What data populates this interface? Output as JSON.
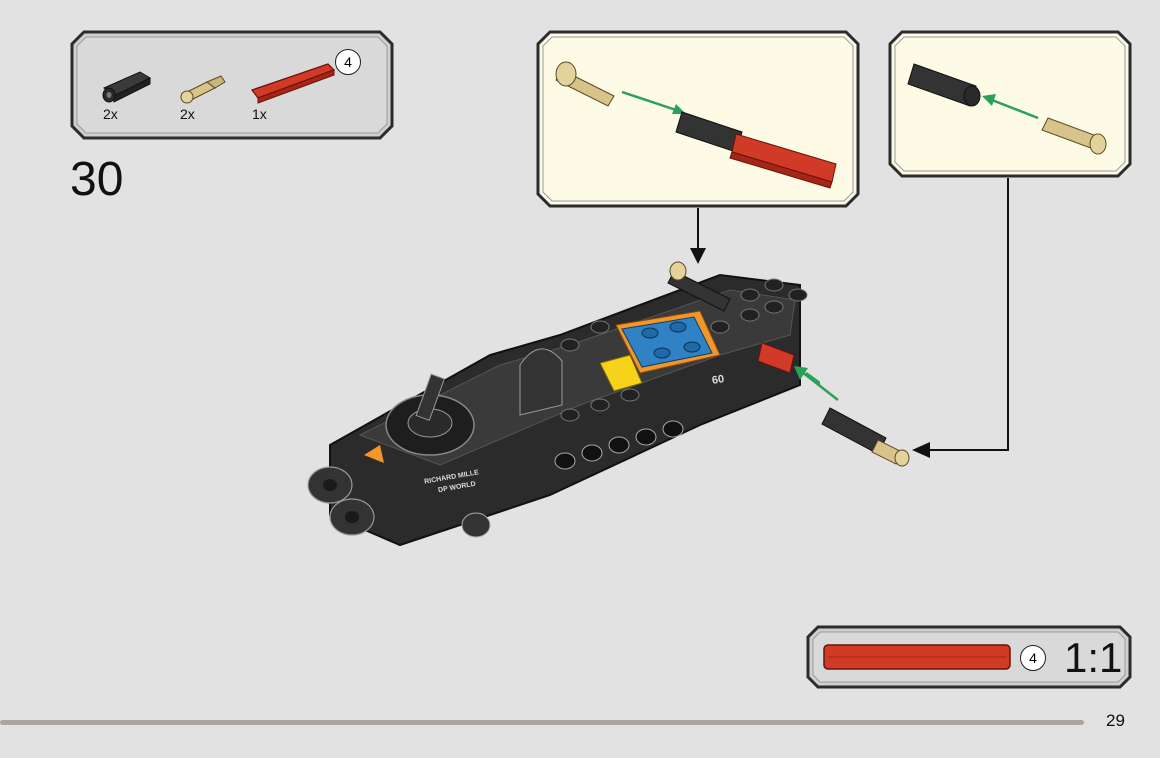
{
  "step": {
    "number": "30"
  },
  "parts": [
    {
      "name": "black-axle-connector",
      "qty": "2x"
    },
    {
      "name": "tan-axle-pin",
      "qty": "2x"
    },
    {
      "name": "red-axle-4",
      "qty": "1x",
      "badge": "4"
    }
  ],
  "scale": {
    "badge": "4",
    "label": "1:1"
  },
  "car": {
    "number": "60",
    "sponsor_line1": "RICHARD MILLE",
    "sponsor_line2": "DP WORLD"
  },
  "page": {
    "number": "29"
  },
  "colors": {
    "background": "#e2e2e2",
    "callout": "#fdfbe6",
    "parts_box": "#d4d4d4",
    "axle_red": "#d23a28",
    "arrow_green": "#2aa05a"
  }
}
